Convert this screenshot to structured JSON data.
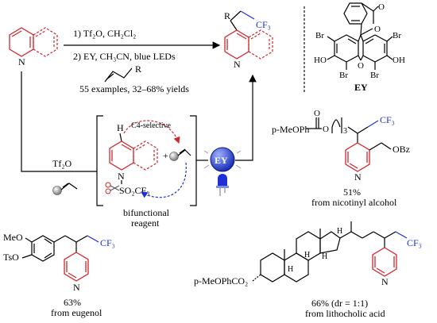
{
  "top": {
    "step1": "1) Tf₂O, CH₂Cl₂",
    "step2": "2) EY, CH₃CN, blue LEDs",
    "alkene_r": "R",
    "examples": "55 examples, 32–68% yields",
    "product_r": "R",
    "product_cf3": "CF₃",
    "quinoline_n": "N",
    "product_n": "N"
  },
  "eosin": {
    "label": "EY",
    "br_tl": "Br",
    "br_tr": "Br",
    "br_bl": "Br",
    "br_br": "Br",
    "ho": "HO",
    "oh": "OH",
    "o_lactone": "O",
    "o_carbonyl": "O",
    "o_xanthene": "O"
  },
  "mechanism": {
    "reagent_tf2o": "Tf₂O",
    "c4_selective": "C4-selective",
    "h": "H",
    "n": "N",
    "so2cf3": "SO₂CF₃",
    "plus": "+",
    "bifunctional_1": "bifunctional",
    "bifunctional_2": "reagent",
    "ey_badge": "EY"
  },
  "examples": {
    "nicotinyl": {
      "ester": "p-MeOPh",
      "o1": "O",
      "o2": "O",
      "subscript": "3",
      "cf3": "CF₃",
      "obz": "OBz",
      "n": "N",
      "yield": "51%",
      "source": "from nicotinyl alcohol"
    },
    "eugenol": {
      "meo": "MeO",
      "tso": "TsO",
      "cf3": "CF₃",
      "n": "N",
      "yield": "63%",
      "source": "from eugenol"
    },
    "lithocholic": {
      "ester": "p-MeOPhCO₂",
      "h1": "H",
      "h2": "H",
      "h3": "H",
      "h4": "H",
      "cf3": "CF₃",
      "n": "N",
      "yield": "66% (dr = 1:1)",
      "source": "from lithocholic acid"
    }
  },
  "colors": {
    "red": "#d2262b",
    "blue": "#1f2fd6",
    "ey_ball": "#2238c9"
  }
}
